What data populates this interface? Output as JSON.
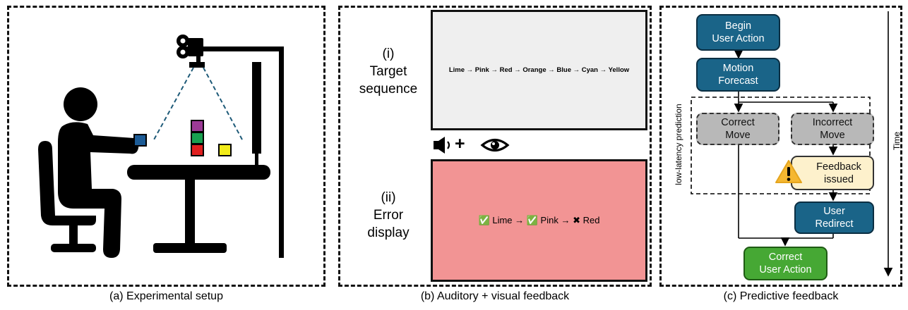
{
  "panels": {
    "a": {
      "caption": "(a) Experimental setup"
    },
    "b": {
      "caption": "(b) Auditory + visual feedback",
      "row1_label": [
        "(i)",
        "Target",
        "sequence"
      ],
      "row2_label": [
        "(ii)",
        "Error",
        "display"
      ],
      "target_sequence": "Lime → Pink → Red → Orange → Blue → Cyan → Yellow",
      "error_display": "✅ Lime → ✅ Pink → ✖ Red",
      "plus": "+",
      "error_color": "#f29494"
    },
    "c": {
      "caption": "(c) Predictive feedback",
      "boxes": {
        "begin": [
          "Begin",
          "User Action"
        ],
        "forecast": [
          "Motion",
          "Forecast"
        ],
        "correct_move": [
          "Correct",
          "Move"
        ],
        "incorrect_move": [
          "Incorrect",
          "Move"
        ],
        "feedback": [
          "Feedback",
          "issued"
        ],
        "redirect": [
          "User",
          "Redirect"
        ],
        "correct_action": [
          "Correct",
          "User Action"
        ]
      },
      "region_label": "low-latency prediction",
      "time_label": "Time",
      "colors": {
        "blue": "#1a6488",
        "grey": "#b8b8b8",
        "cream": "#fdf1cc",
        "green": "#46a834",
        "warning": "#f5b731"
      }
    }
  }
}
